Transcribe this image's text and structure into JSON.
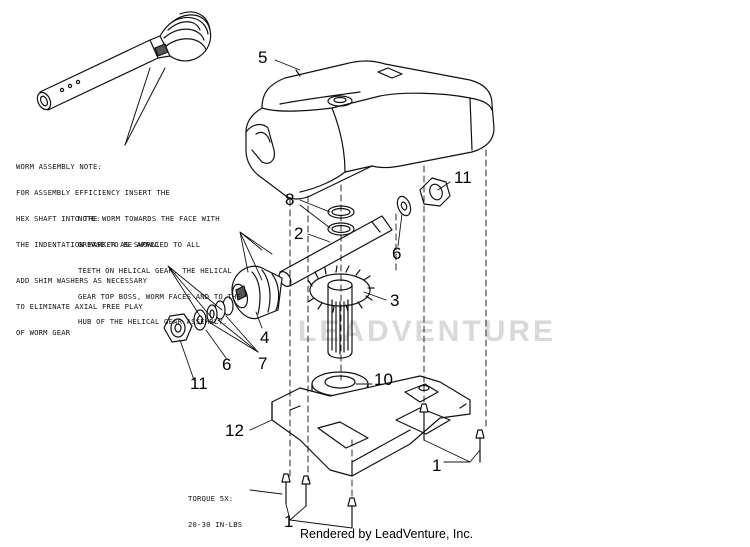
{
  "notes": {
    "worm_assembly": [
      "WORM ASSEMBLY NOTE:",
      "FOR ASSEMBLY EFFICIENCY INSERT THE",
      "HEX SHAFT INTO THE WORM TOWARDS THE FACE WITH",
      "THE INDENTATION MARKER AS SHOWN."
    ],
    "grease": [
      "NOTE:",
      "GREASE TO BE APPLIED TO ALL",
      "TEETH ON HELICAL GEAR, THE HELICAL",
      "GEAR TOP BOSS, WORM FACES AND TO THE",
      "HUB OF THE HELICAL GEAR ASSEMBLY."
    ],
    "shim": [
      "ADD SHIM WASHERS AS NECESSARY",
      "TO ELIMINATE AXIAL FREE PLAY",
      "OF WORM GEAR"
    ],
    "torque": [
      "TORQUE 5X:",
      "20-30 IN-LBS"
    ]
  },
  "callouts": {
    "c5": "5",
    "c11_top": "11",
    "c8": "8",
    "c2": "2",
    "c6_right": "6",
    "c3": "3",
    "c4": "4",
    "c6_left": "6",
    "c7": "7",
    "c11_left": "11",
    "c10": "10",
    "c12": "12",
    "c1_right": "1",
    "c1_bottom": "1"
  },
  "watermark": "LEADVENTURE",
  "footer": "Rendered by LeadVenture, Inc."
}
